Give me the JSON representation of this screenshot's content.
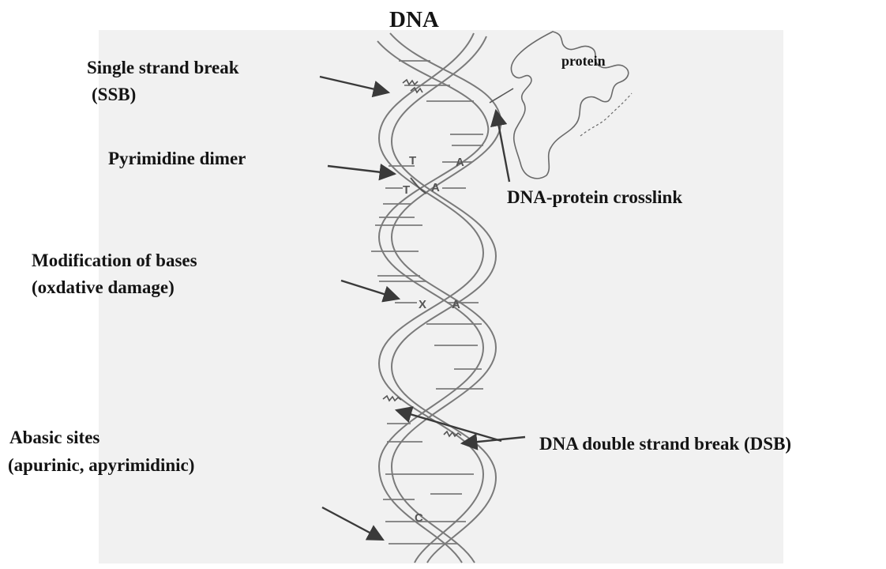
{
  "title": "DNA",
  "labels": {
    "ssb_line1": "Single strand break",
    "ssb_line2": "(SSB)",
    "protein": "protein",
    "pyrimidine_dimer": "Pyrimidine dimer",
    "crosslink": "DNA-protein crosslink",
    "modification_line1": "Modification of bases",
    "modification_line2": "(oxdative damage)",
    "abasic_line1": "Abasic sites",
    "abasic_line2": "(apurinic, apyrimidinic)",
    "dsb": "DNA double strand break (DSB)"
  },
  "bases": {
    "dimer_top_left": "T",
    "dimer_top_right": "A",
    "dimer_bottom_left": "T",
    "dimer_bottom_right": "A",
    "modified_left": "X",
    "modified_right": "A",
    "abasic_right": "C"
  },
  "colors": {
    "panel": "#f1f1f1",
    "strand": "#7a7a7a",
    "arrow": "#3a3a3a",
    "text": "#141414"
  }
}
